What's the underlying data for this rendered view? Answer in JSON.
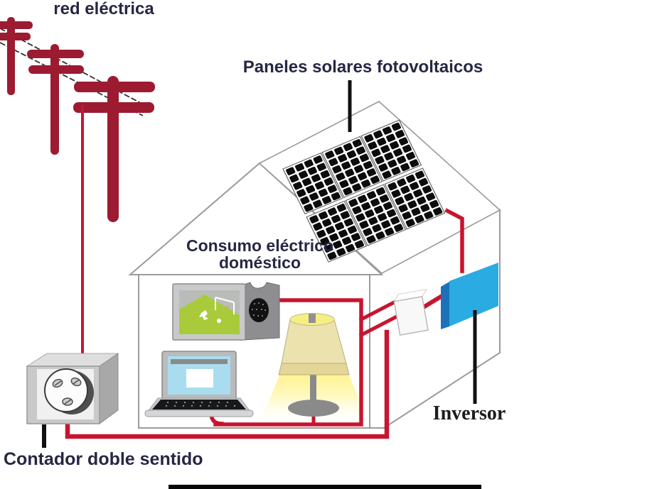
{
  "diagram": {
    "grid_label": "red eléctrica",
    "panels_label": "Paneles solares fotovoltaicos",
    "consumption_label_line1": "Consumo eléctrico",
    "consumption_label_line2": "doméstico",
    "inverter_label": "Inversor",
    "meter_label": "Contador doble sentido"
  },
  "colors": {
    "wire_red": "#c8152f",
    "pole_maroon": "#9c1b31",
    "label_navy": "#272744",
    "inverter_blue": "#2aabe2",
    "inverter_blue_dark": "#1d71b8",
    "panel_cell_black": "#0c0c0c",
    "screen_green": "#a9cb3b",
    "laptop_screen_blue": "#aadcef",
    "lamp_shade_cream": "#ece2ad",
    "lamp_glow_yellow": "#ffef6e",
    "house_line_gray": "#9b9b9b"
  }
}
